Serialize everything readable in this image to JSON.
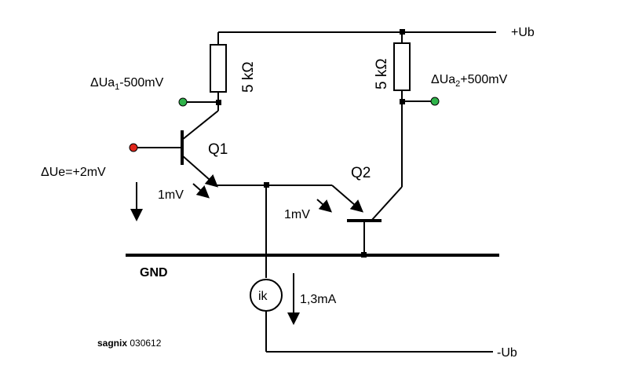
{
  "labels": {
    "supply_pos": "+Ub",
    "supply_neg": "-Ub",
    "ground": "GND",
    "q1": "Q1",
    "q2": "Q2",
    "r1": "5 kΩ",
    "r2": "5 kΩ",
    "current_source": "ik",
    "tail_current": "1,3mA",
    "out1_delta": "-500mV",
    "out2_delta": "+500mV",
    "in_delta": "+2mV",
    "vbe1": "1mV",
    "vbe2": "1mV",
    "author": "sagnix",
    "date_code": "030612"
  },
  "colors": {
    "input_node": "#e0261b",
    "output_node": "#2fb34a",
    "wire": "#000000"
  }
}
